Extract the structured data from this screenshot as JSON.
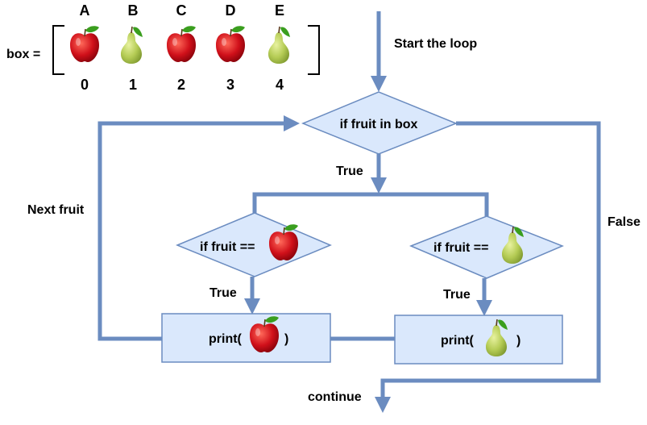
{
  "box": {
    "label": "box =",
    "items": [
      {
        "letter": "A",
        "index": "0",
        "fruit": "apple"
      },
      {
        "letter": "B",
        "index": "1",
        "fruit": "pear"
      },
      {
        "letter": "C",
        "index": "2",
        "fruit": "apple"
      },
      {
        "letter": "D",
        "index": "3",
        "fruit": "apple"
      },
      {
        "letter": "E",
        "index": "4",
        "fruit": "pear"
      }
    ]
  },
  "flow": {
    "start": "Start the loop",
    "loop_condition": "if  fruit in box",
    "true_main": "True",
    "false_main": "False",
    "next_fruit": "Next fruit",
    "apple_condition": "if  fruit ==",
    "pear_condition": "if  fruit ==",
    "true_apple": "True",
    "true_pear": "True",
    "print_open": "print(",
    "print_close": ")",
    "continue": "continue"
  },
  "colors": {
    "line": "#6b8cc0",
    "box_fill": "#dae8fc",
    "box_stroke": "#6b8cc0",
    "apple_red": "#d0101a",
    "pear_green": "#a6c24a",
    "leaf_green": "#3a9e1e"
  }
}
